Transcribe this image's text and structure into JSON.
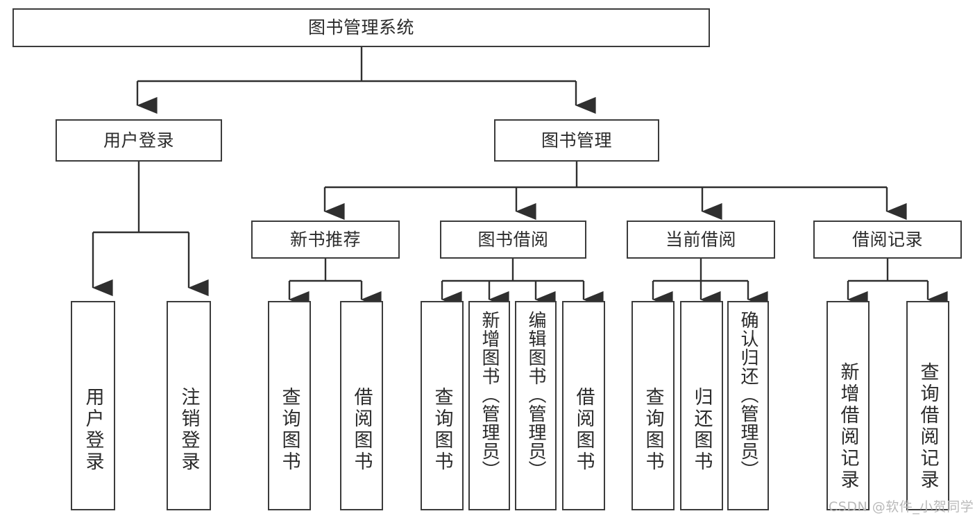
{
  "diagram": {
    "type": "tree",
    "title": "图书管理系统",
    "root": {
      "label": "图书管理系统",
      "name": "node-library-management-system"
    },
    "level2": [
      {
        "label": "用户登录",
        "name": "node-user-login"
      },
      {
        "label": "图书管理",
        "name": "node-book-management"
      }
    ],
    "level3": [
      {
        "label": "新书推荐",
        "name": "node-new-book-recommend"
      },
      {
        "label": "图书借阅",
        "name": "node-book-borrow"
      },
      {
        "label": "当前借阅",
        "name": "node-current-borrow"
      },
      {
        "label": "借阅记录",
        "name": "node-borrow-record"
      }
    ],
    "leaves": {
      "user_login": [
        {
          "label": "用户登录",
          "name": "leaf-user-login"
        },
        {
          "label": "注销登录",
          "name": "leaf-logout"
        }
      ],
      "new_book_recommend": [
        {
          "label": "查询图书",
          "name": "leaf-query-book-1"
        },
        {
          "label": "借阅图书",
          "name": "leaf-borrow-book-1"
        }
      ],
      "book_borrow": [
        {
          "label": "查询图书",
          "name": "leaf-query-book-2"
        },
        {
          "label": "新增图书（管理员）",
          "name": "leaf-add-book-admin"
        },
        {
          "label": "编辑图书（管理员）",
          "name": "leaf-edit-book-admin"
        },
        {
          "label": "借阅图书",
          "name": "leaf-borrow-book-2"
        }
      ],
      "current_borrow": [
        {
          "label": "查询图书",
          "name": "leaf-query-book-3"
        },
        {
          "label": "归还图书",
          "name": "leaf-return-book"
        },
        {
          "label": "确认归还（管理员）",
          "name": "leaf-confirm-return-admin"
        }
      ],
      "borrow_record": [
        {
          "label": "新增借阅记录",
          "name": "leaf-add-borrow-record"
        },
        {
          "label": "查询借阅记录",
          "name": "leaf-query-borrow-record"
        }
      ]
    },
    "watermark": "CSDN @软件_小贺同学",
    "colors": {
      "stroke": "#3b3b3b",
      "text": "#2b2b2b",
      "background": "#ffffff",
      "watermark": "#b9b9b9"
    }
  }
}
